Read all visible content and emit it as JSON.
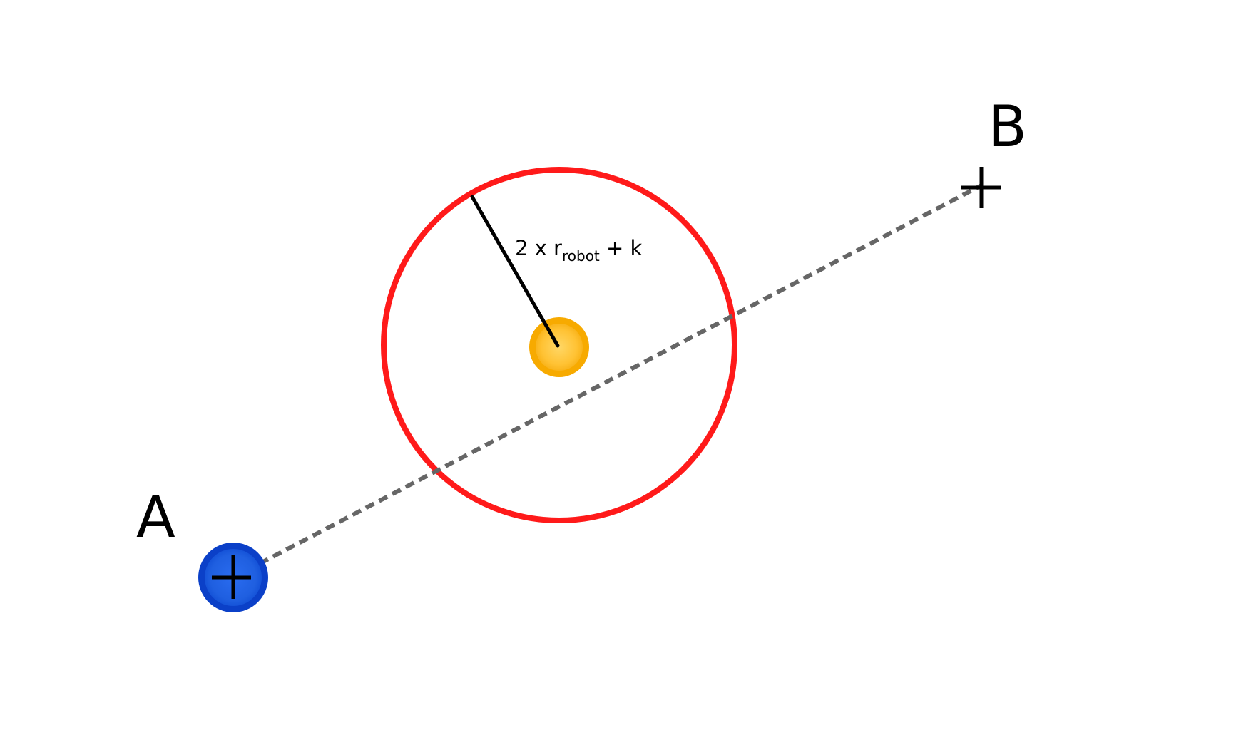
{
  "labels": {
    "point_a": "A",
    "point_b": "B"
  },
  "radius_label": {
    "prefix": "2 x r",
    "subscript": "robot",
    "suffix": " + k"
  },
  "colors": {
    "background": "#ffffff",
    "safety_circle": "#ff1a1a",
    "path_line": "#666666",
    "radius_line": "#000000",
    "robot_fill": "#1f5fe0",
    "robot_edge": "#0b40c8",
    "obstacle_fill": "#ffc233",
    "obstacle_edge": "#f7aa00",
    "marker": "#000000"
  },
  "icons": {
    "start_marker": "plus-cross",
    "goal_marker": "plus-cross"
  }
}
